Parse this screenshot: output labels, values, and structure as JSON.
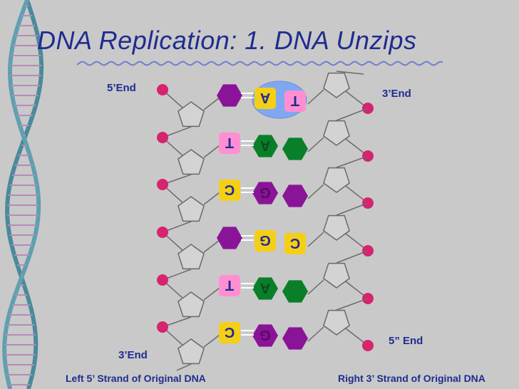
{
  "slide": {
    "title": "DNA Replication: 1. DNA Unzips",
    "labels": {
      "top_left_end": "5’End",
      "top_right_end": "3’End",
      "bottom_left_end": "3’End",
      "bottom_right_end": "5” End",
      "left_strand_caption": "Left 5’ Strand of Original DNA",
      "right_strand_caption": "Right 3’ Strand of Original DNA"
    },
    "colors": {
      "background": "#c9c9c9",
      "title": "#1f2c8f",
      "backbone_line": "#6a6a6a",
      "phosphate": "#d6246e",
      "A": "#0a7f2a",
      "T": "#ff8fd2",
      "G": "#8a1497",
      "C": "#f5cf16",
      "enzyme": "#80a8f2"
    },
    "base_pairs": [
      {
        "left": "G",
        "right": "C",
        "left_letter": "",
        "mid_letter": "A",
        "right_letter": "T"
      },
      {
        "left": "T",
        "right": "A",
        "left_letter": "T",
        "mid_letter": "A",
        "right_letter": ""
      },
      {
        "left": "C",
        "right": "G",
        "left_letter": "C",
        "mid_letter": "G",
        "right_letter": ""
      },
      {
        "left": "G",
        "right": "C",
        "left_letter": "",
        "mid_letter": "G",
        "right_letter": "C"
      },
      {
        "left": "T",
        "right": "A",
        "left_letter": "T",
        "mid_letter": "A",
        "right_letter": ""
      },
      {
        "left": "C",
        "right": "G",
        "left_letter": "C",
        "mid_letter": "G",
        "right_letter": ""
      }
    ]
  }
}
